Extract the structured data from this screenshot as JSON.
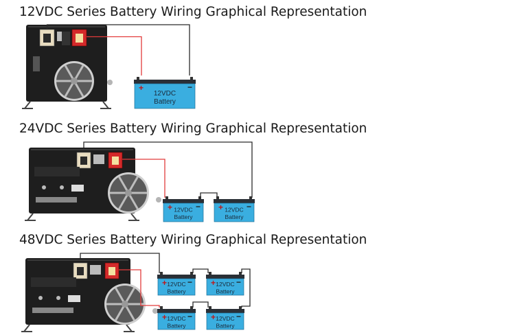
{
  "sections": [
    {
      "title": "12VDC Series Battery Wiring Graphical Representation",
      "batteries": [
        {
          "voltage": "12VDC",
          "name": "Battery"
        }
      ]
    },
    {
      "title": "24VDC Series Battery Wiring Graphical Representation",
      "batteries": [
        {
          "voltage": "12VDC",
          "name": "Battery"
        },
        {
          "voltage": "12VDC",
          "name": "Battery"
        }
      ]
    },
    {
      "title": "48VDC Series Battery Wiring Graphical Representation",
      "batteries": [
        {
          "voltage": "12VDC",
          "name": "Battery"
        },
        {
          "voltage": "12VDC",
          "name": "Battery"
        },
        {
          "voltage": "12VDC",
          "name": "Battery"
        },
        {
          "voltage": "12VDC",
          "name": "Battery"
        }
      ]
    }
  ],
  "colors": {
    "battery_body": "#3aaee0",
    "battery_top": "#2a2f36",
    "positive_wire": "#e23b3b",
    "negative_wire": "#2b2b2b",
    "inverter_body": "#1e1e1e",
    "positive_terminal": "#d42a2a"
  }
}
